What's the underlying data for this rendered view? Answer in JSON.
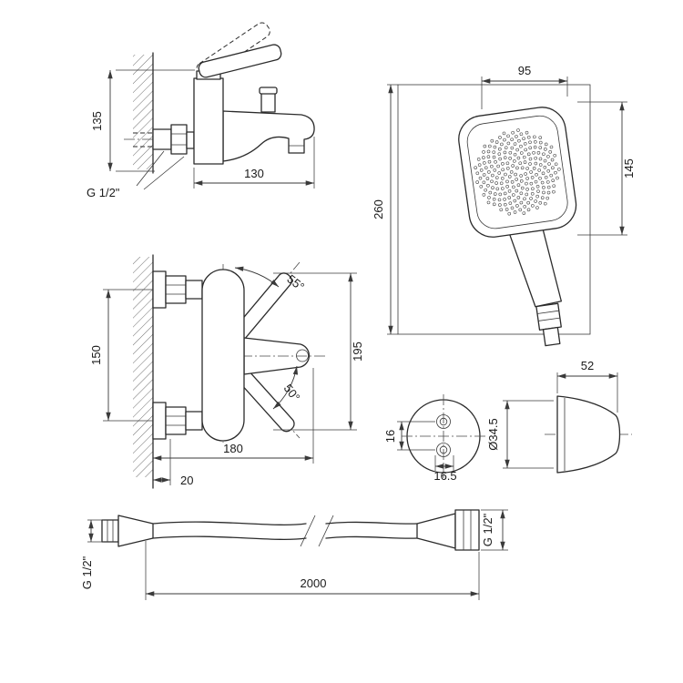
{
  "drawing": {
    "side_view": {
      "dim_height": "135",
      "dim_reach": "130",
      "thread": "G 1/2\""
    },
    "front_view": {
      "dim_centers": "150",
      "dim_width": "180",
      "dim_offset": "20",
      "dim_height": "195",
      "angle_upper": "55°",
      "angle_lower": "50°"
    },
    "shower": {
      "dim_width": "95",
      "dim_face": "145",
      "dim_length": "260"
    },
    "holder": {
      "dim_hole_spacing": "16",
      "dim_hole_offset": "16.5",
      "dim_diameter": "Ø34.5",
      "dim_depth": "52"
    },
    "hose": {
      "dim_length": "2000",
      "thread_left": "G 1/2\"",
      "thread_right": "G 1/2\""
    }
  },
  "colors": {
    "line": "#2b2b2b",
    "dim": "#3a3a3a",
    "background": "#ffffff"
  }
}
